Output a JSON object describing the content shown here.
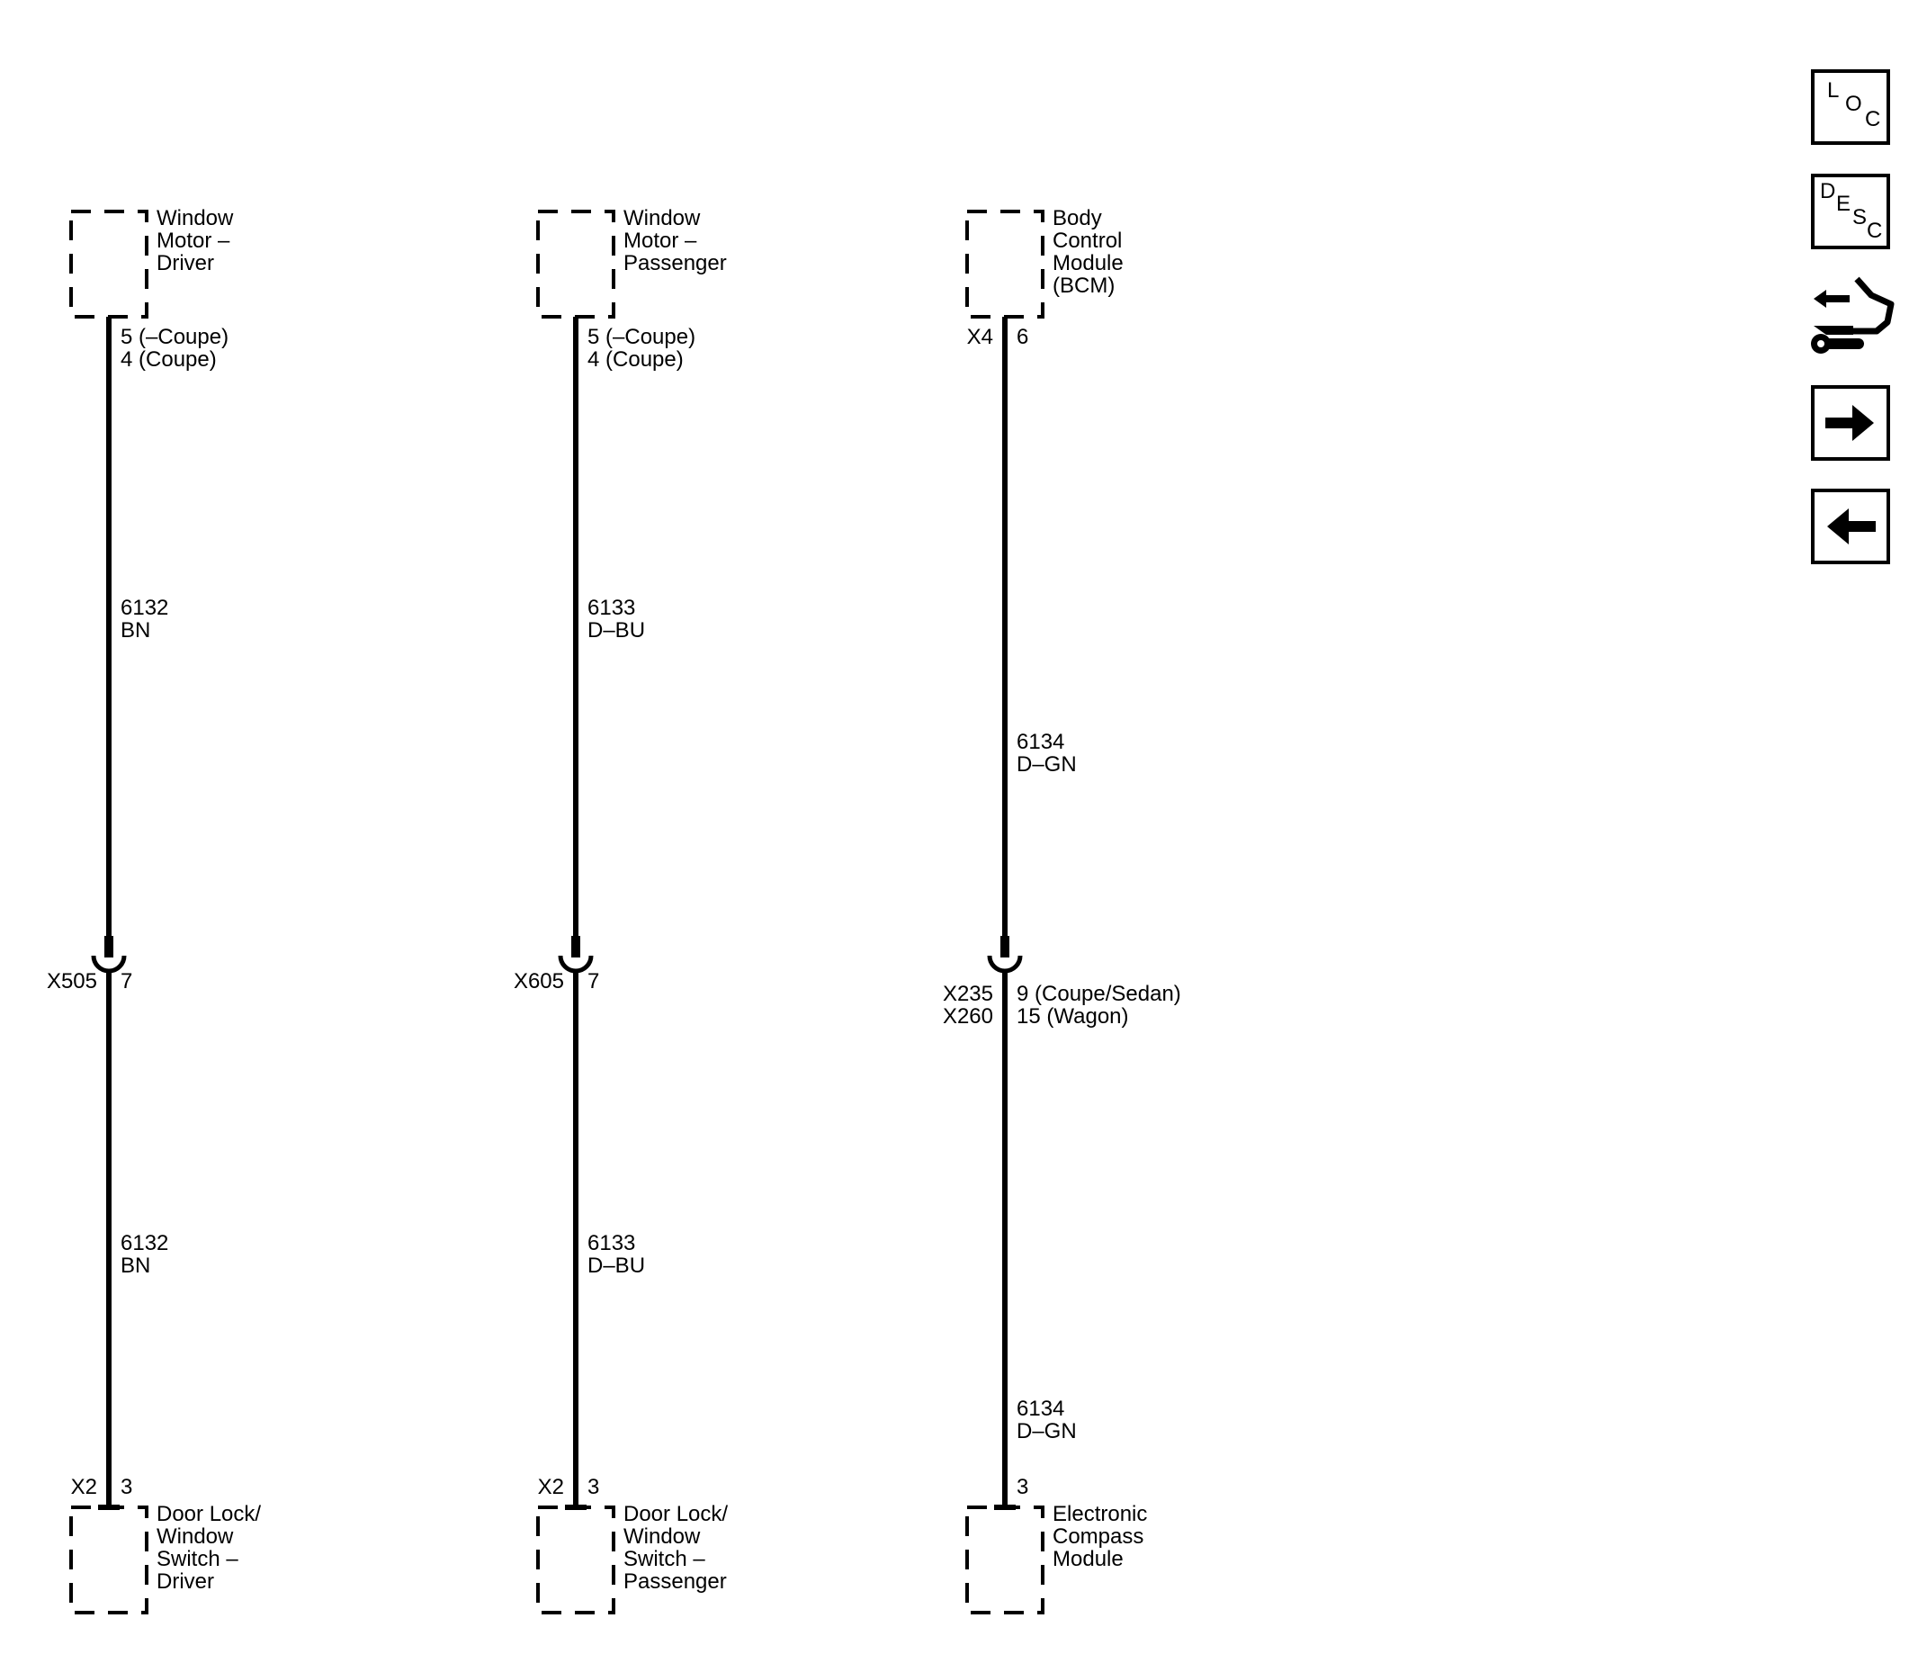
{
  "columns": [
    {
      "top_component": [
        "Window",
        "Motor –",
        "Driver"
      ],
      "top_pins": [
        "5 (–Coupe)",
        "4 (Coupe)"
      ],
      "wire1": [
        "6132",
        "BN"
      ],
      "inline_connector": [
        "X505"
      ],
      "inline_pin": [
        "7"
      ],
      "wire2": [
        "6132",
        "BN"
      ],
      "bottom_connector": "X2",
      "bottom_pin": "3",
      "bottom_component": [
        "Door Lock/",
        "Window",
        "Switch –",
        "Driver"
      ]
    },
    {
      "top_component": [
        "Window",
        "Motor –",
        "Passenger"
      ],
      "top_pins": [
        "5 (–Coupe)",
        "4 (Coupe)"
      ],
      "wire1": [
        "6133",
        "D–BU"
      ],
      "inline_connector": [
        "X605"
      ],
      "inline_pin": [
        "7"
      ],
      "wire2": [
        "6133",
        "D–BU"
      ],
      "bottom_connector": "X2",
      "bottom_pin": "3",
      "bottom_component": [
        "Door Lock/",
        "Window",
        "Switch –",
        "Passenger"
      ]
    },
    {
      "top_component": [
        "Body",
        "Control",
        "Module",
        "(BCM)"
      ],
      "top_connector": "X4",
      "top_pins": [
        "6"
      ],
      "wire1": [
        "6134",
        "D–GN"
      ],
      "inline_connector": [
        "X235",
        "X260"
      ],
      "inline_pin": [
        "9 (Coupe/Sedan)",
        "15 (Wagon)"
      ],
      "wire2": [
        "6134",
        "D–GN"
      ],
      "bottom_connector": "",
      "bottom_pin": "3",
      "bottom_component": [
        "Electronic",
        "Compass",
        "Module"
      ]
    }
  ],
  "nav": {
    "loc": {
      "letters": [
        "L",
        "O",
        "C"
      ]
    },
    "desc": {
      "letters": [
        "D",
        "E",
        "S",
        "C"
      ]
    },
    "tool_icon": "connector-wrench-icon",
    "next_icon": "arrow-right-icon",
    "prev_icon": "arrow-left-icon"
  }
}
